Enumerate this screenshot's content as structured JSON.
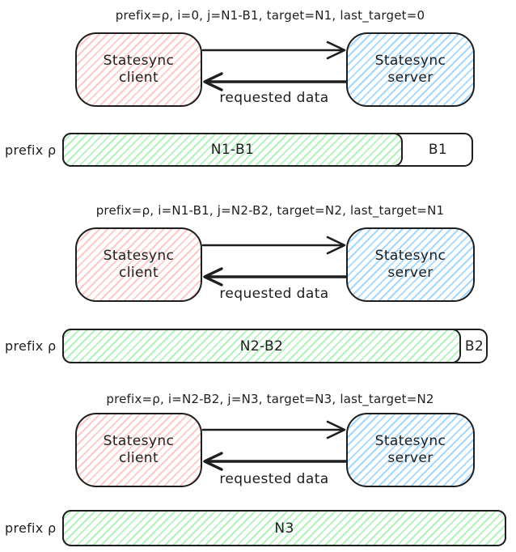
{
  "colors": {
    "stroke": "#1e1e1e",
    "client_hatch": "#ffc9c9",
    "server_hatch": "#a5d8ff",
    "progress_hatch": "#b2f2bb"
  },
  "rounds": [
    {
      "params": "prefix=ρ, i=0, j=N1-B1, target=N1, last_target=0",
      "client": {
        "line1": "Statesync",
        "line2": "client"
      },
      "server": {
        "line1": "Statesync",
        "line2": "server"
      },
      "response_label": "requested data",
      "bar": {
        "prefix": "prefix ρ",
        "done": "N1-B1",
        "remaining": "B1",
        "done_fraction": 0.83
      }
    },
    {
      "params": "prefix=ρ, i=N1-B1, j=N2-B2, target=N2, last_target=N1",
      "client": {
        "line1": "Statesync",
        "line2": "client"
      },
      "server": {
        "line1": "Statesync",
        "line2": "server"
      },
      "response_label": "requested data",
      "bar": {
        "prefix": "prefix ρ",
        "done": "N2-B2",
        "remaining": "B2",
        "done_fraction": 0.94
      }
    },
    {
      "params": "prefix=ρ, i=N2-B2, j=N3, target=N3, last_target=N2",
      "client": {
        "line1": "Statesync",
        "line2": "client"
      },
      "server": {
        "line1": "Statesync",
        "line2": "server"
      },
      "response_label": "requested data",
      "bar": {
        "prefix": "prefix ρ",
        "done": "N3",
        "remaining": "",
        "done_fraction": 1.0
      }
    }
  ]
}
